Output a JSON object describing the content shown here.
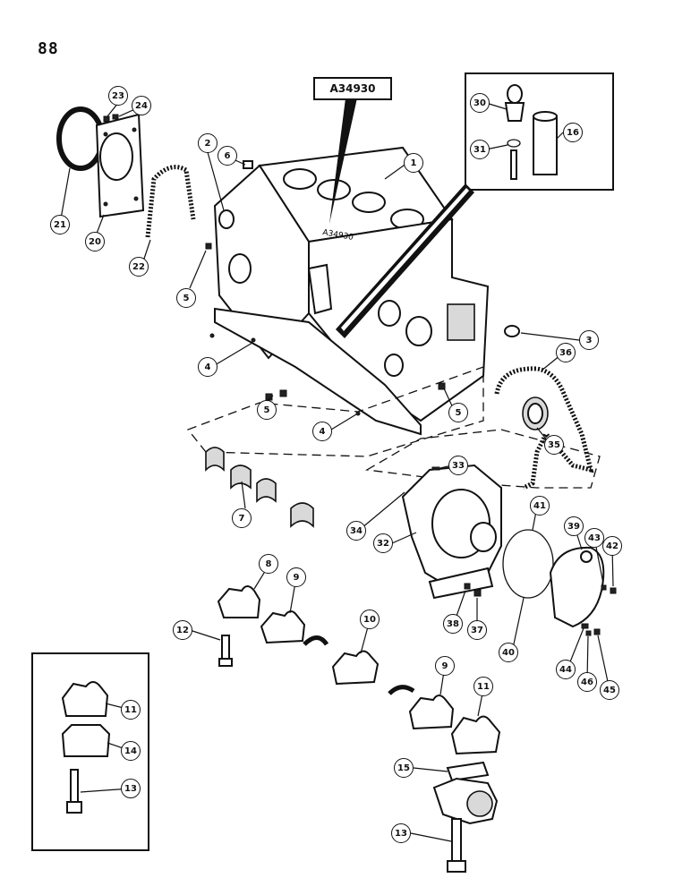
{
  "page_number": "88",
  "reference_code": "A34930",
  "block_stamp": "A34930",
  "callouts": [
    {
      "id": "c1",
      "label": "1"
    },
    {
      "id": "c2",
      "label": "2"
    },
    {
      "id": "c3",
      "label": "3"
    },
    {
      "id": "c4a",
      "label": "4"
    },
    {
      "id": "c4b",
      "label": "4"
    },
    {
      "id": "c5a",
      "label": "5"
    },
    {
      "id": "c5b",
      "label": "5"
    },
    {
      "id": "c5c",
      "label": "5"
    },
    {
      "id": "c6",
      "label": "6"
    },
    {
      "id": "c7",
      "label": "7"
    },
    {
      "id": "c8",
      "label": "8"
    },
    {
      "id": "c9a",
      "label": "9"
    },
    {
      "id": "c9b",
      "label": "9"
    },
    {
      "id": "c10",
      "label": "10"
    },
    {
      "id": "c11a",
      "label": "11"
    },
    {
      "id": "c11b",
      "label": "11"
    },
    {
      "id": "c12",
      "label": "12"
    },
    {
      "id": "c13a",
      "label": "13"
    },
    {
      "id": "c13b",
      "label": "13"
    },
    {
      "id": "c14",
      "label": "14"
    },
    {
      "id": "c15",
      "label": "15"
    },
    {
      "id": "c16",
      "label": "16"
    },
    {
      "id": "c20",
      "label": "20"
    },
    {
      "id": "c21",
      "label": "21"
    },
    {
      "id": "c22",
      "label": "22"
    },
    {
      "id": "c23",
      "label": "23"
    },
    {
      "id": "c24",
      "label": "24"
    },
    {
      "id": "c30",
      "label": "30"
    },
    {
      "id": "c31",
      "label": "31"
    },
    {
      "id": "c32",
      "label": "32"
    },
    {
      "id": "c33",
      "label": "33"
    },
    {
      "id": "c34",
      "label": "34"
    },
    {
      "id": "c35",
      "label": "35"
    },
    {
      "id": "c36",
      "label": "36"
    },
    {
      "id": "c37",
      "label": "37"
    },
    {
      "id": "c38",
      "label": "38"
    },
    {
      "id": "c39",
      "label": "39"
    },
    {
      "id": "c40",
      "label": "40"
    },
    {
      "id": "c41",
      "label": "41"
    },
    {
      "id": "c42",
      "label": "42"
    },
    {
      "id": "c43",
      "label": "43"
    },
    {
      "id": "c44",
      "label": "44"
    },
    {
      "id": "c45",
      "label": "45"
    },
    {
      "id": "c46",
      "label": "46"
    }
  ]
}
